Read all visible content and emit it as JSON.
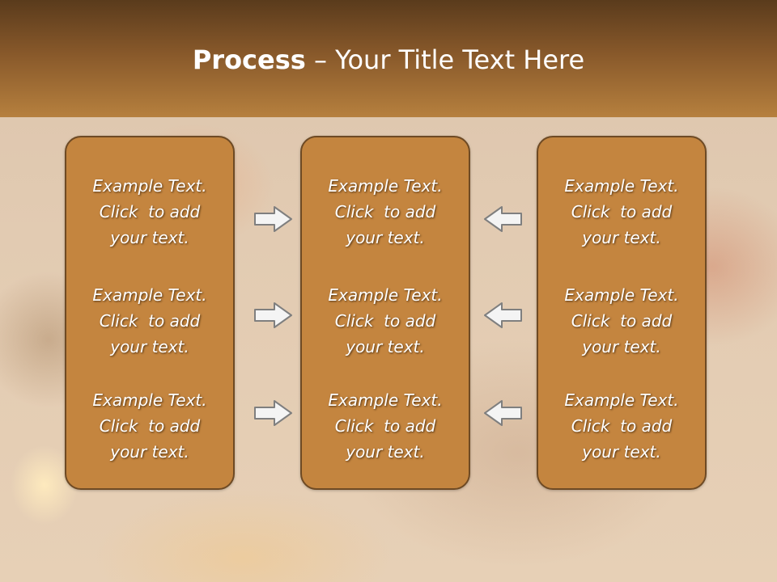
{
  "slide": {
    "title_bold": "Process",
    "title_rest": " – Your Title Text Here"
  },
  "columns": [
    {
      "items": [
        {
          "line1": "Example Text.",
          "line2": "Click  to add",
          "line3": "your text."
        },
        {
          "line1": "Example Text.",
          "line2": "Click  to add",
          "line3": "your text."
        },
        {
          "line1": "Example Text.",
          "line2": "Click  to add",
          "line3": "your text."
        }
      ]
    },
    {
      "items": [
        {
          "line1": "Example Text.",
          "line2": "Click  to add",
          "line3": "your text."
        },
        {
          "line1": "Example Text.",
          "line2": "Click  to add",
          "line3": "your text."
        },
        {
          "line1": "Example Text.",
          "line2": "Click  to add",
          "line3": "your text."
        }
      ]
    },
    {
      "items": [
        {
          "line1": "Example Text.",
          "line2": "Click  to add",
          "line3": "your text."
        },
        {
          "line1": "Example Text.",
          "line2": "Click  to add",
          "line3": "your text."
        },
        {
          "line1": "Example Text.",
          "line2": "Click  to add",
          "line3": "your text."
        }
      ]
    }
  ],
  "arrows": {
    "left_group": "right-arrow-icon",
    "right_group": "left-arrow-icon"
  },
  "colors": {
    "header_dark": "#5a3b1c",
    "header_light": "#b6803e",
    "box_fill": "#c4853f",
    "box_border": "#6e4a24",
    "arrow_fill": "#f4f4f4",
    "arrow_stroke": "#7f7f7f"
  }
}
